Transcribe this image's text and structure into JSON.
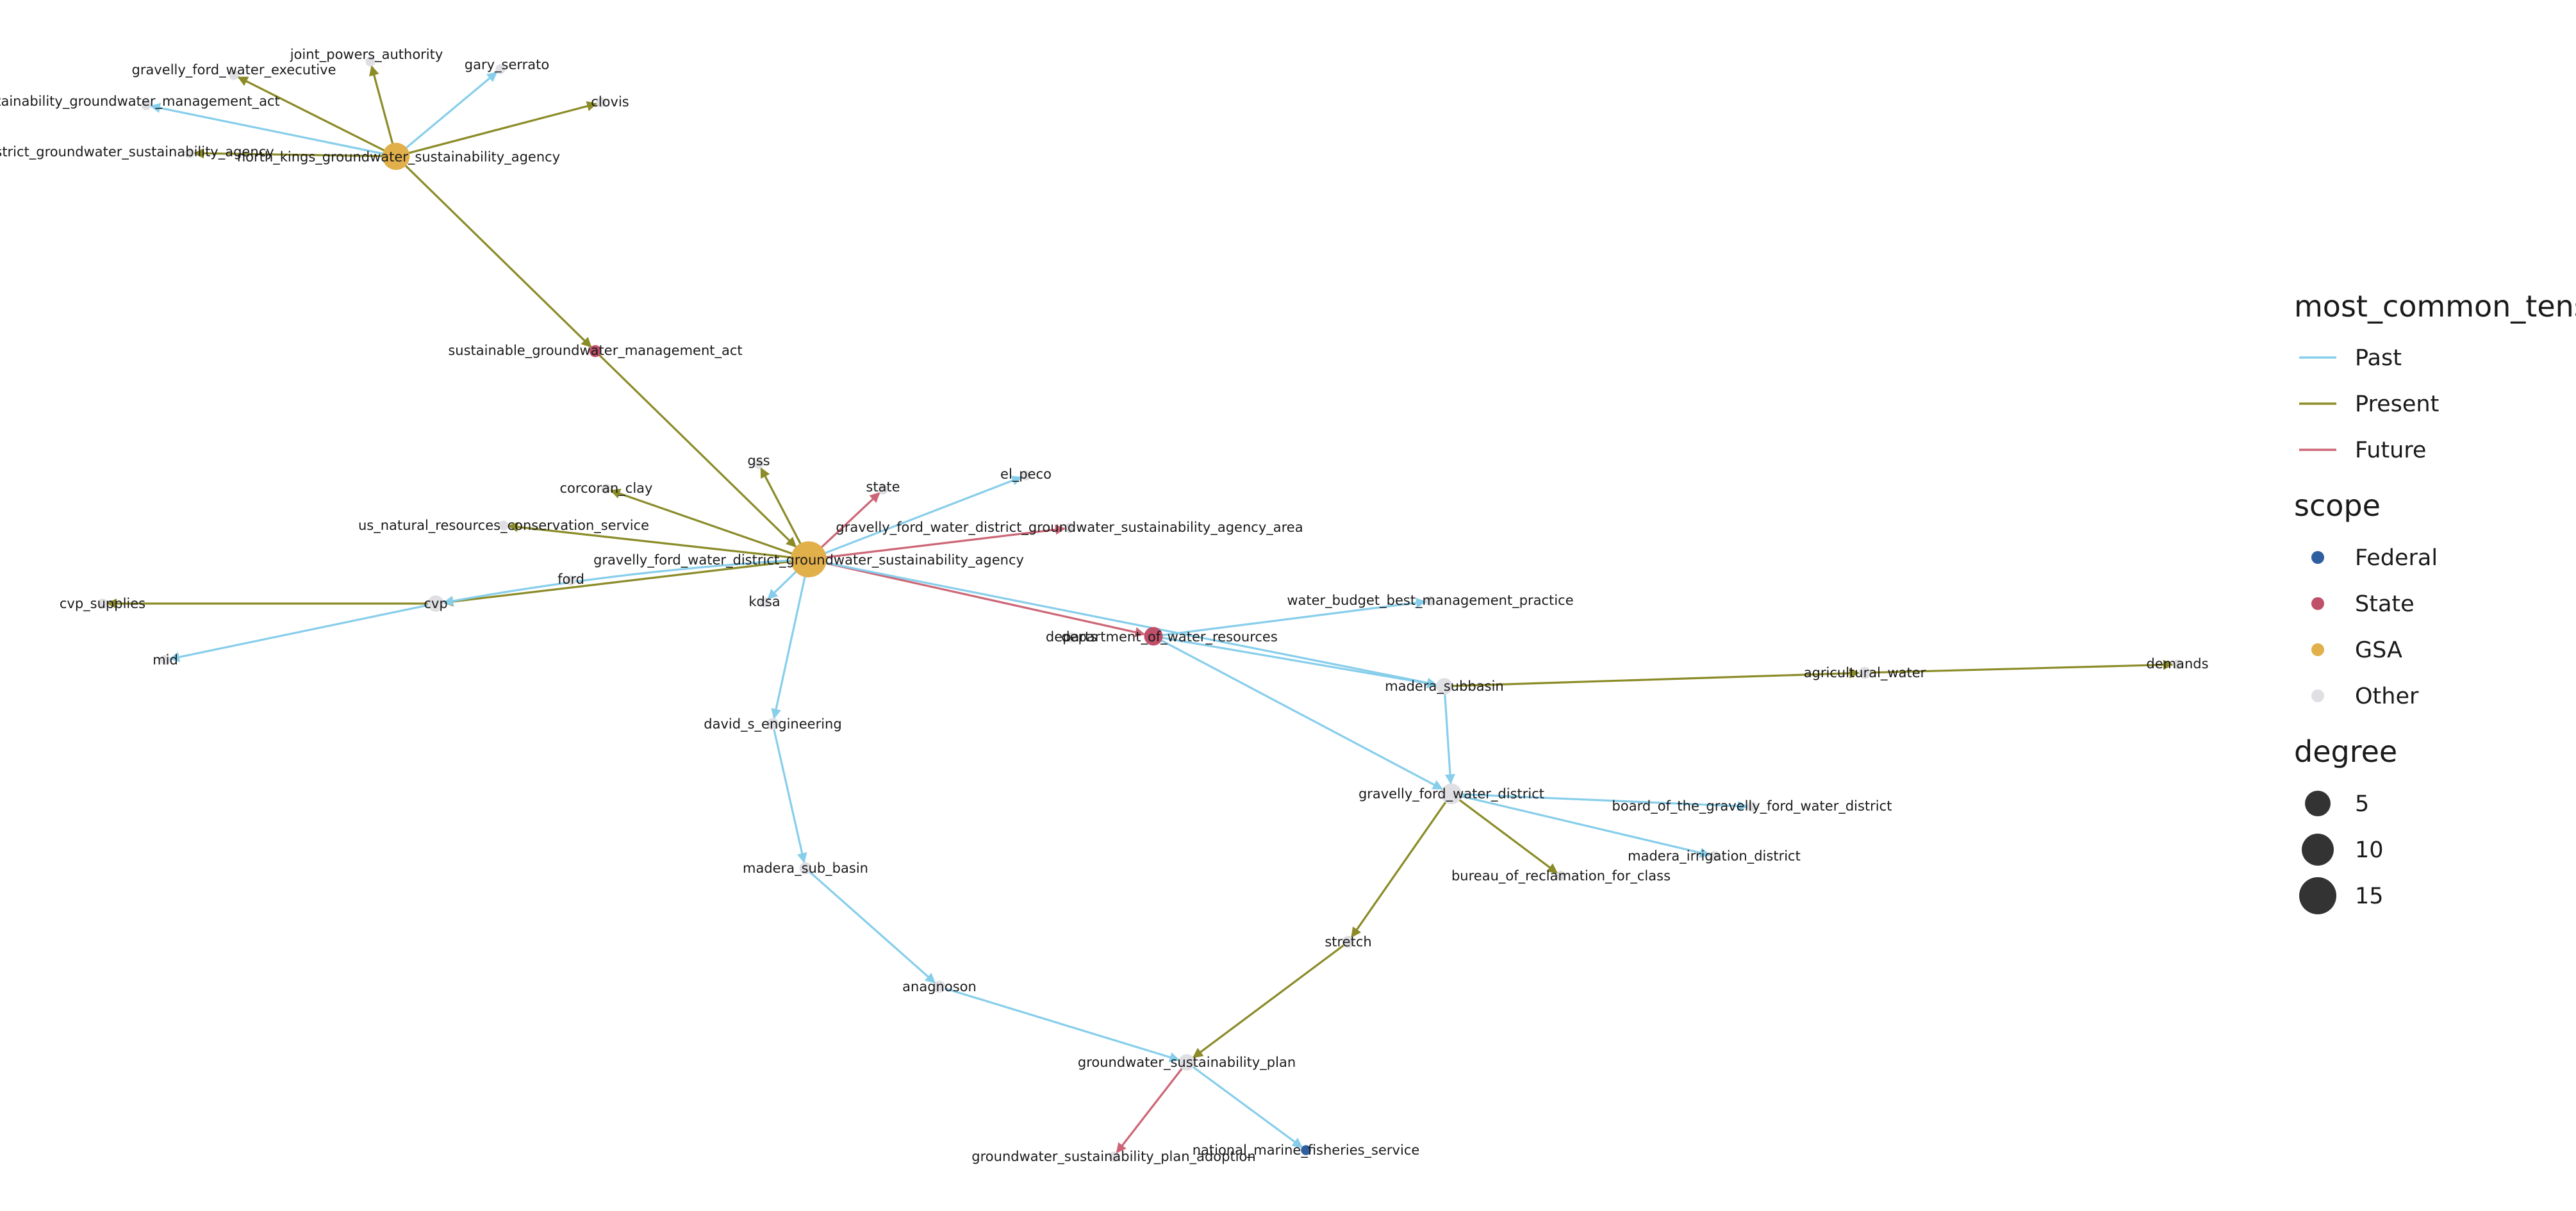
{
  "colors": {
    "Past": "#87CEEB",
    "Present": "#8B8B28",
    "Future": "#CC6677",
    "Federal": "#2F5F9E",
    "State": "#C0506A",
    "GSA": "#E2B04A",
    "Other": "#E0E0E4"
  },
  "nodes": [
    {
      "id": "north_kings_groundwater_sustainability_agency",
      "label": "north_kings_groundwater_sustainability_agency",
      "scope": "GSA",
      "degree": 9
    },
    {
      "id": "joint_powers_authority",
      "label": "joint_powers_authority",
      "scope": "Other",
      "degree": 1
    },
    {
      "id": "gary_serrato",
      "label": "gary_serrato",
      "scope": "Other",
      "degree": 1
    },
    {
      "id": "gravelly_ford_water_executive",
      "label": "gravelly_ford_water_executive",
      "scope": "Other",
      "degree": 1
    },
    {
      "id": "sgma_top",
      "label": "tainability_groundwater_management_act",
      "scope": "Other",
      "degree": 1
    },
    {
      "id": "clovis",
      "label": "clovis",
      "scope": "Other",
      "degree": 1
    },
    {
      "id": "district_gsa",
      "label": "strict_groundwater_sustainability_agency",
      "scope": "Other",
      "degree": 1
    },
    {
      "id": "sustainable_groundwater_management_act",
      "label": "sustainable_groundwater_management_act",
      "scope": "State",
      "degree": 2
    },
    {
      "id": "gravelly_ford_water_district_groundwater_sustainability_agency",
      "label": "gravelly_ford_water_district_groundwater_sustainability_agency",
      "scope": "GSA",
      "degree": 13
    },
    {
      "id": "gss",
      "label": "gss",
      "scope": "Other",
      "degree": 1
    },
    {
      "id": "state",
      "label": "state",
      "scope": "Other",
      "degree": 1
    },
    {
      "id": "el_peco",
      "label": "el_peco",
      "scope": "Other",
      "degree": 1
    },
    {
      "id": "corcoran_clay",
      "label": "corcoran_clay",
      "scope": "Other",
      "degree": 1
    },
    {
      "id": "us_natural_resources_conservation_service",
      "label": "us_natural_resources_conservation_service",
      "scope": "Other",
      "degree": 1
    },
    {
      "id": "gfwd_gsa_area",
      "label": "gravelly_ford_water_district_groundwater_sustainability_agency_area",
      "scope": "Other",
      "degree": 1
    },
    {
      "id": "ford",
      "label": "ford",
      "scope": "Other",
      "degree": 1
    },
    {
      "id": "kdsa",
      "label": "kdsa",
      "scope": "Other",
      "degree": 1
    },
    {
      "id": "cvp",
      "label": "cvp",
      "scope": "Other",
      "degree": 4
    },
    {
      "id": "cvp_supplies",
      "label": "cvp_supplies",
      "scope": "Other",
      "degree": 1
    },
    {
      "id": "mid",
      "label": "mid",
      "scope": "Other",
      "degree": 1
    },
    {
      "id": "department_of_water_resources",
      "label": "department_of_water_resources",
      "scope": "State",
      "degree": 5
    },
    {
      "id": "departs",
      "label": "departs",
      "scope": "Other",
      "degree": 1
    },
    {
      "id": "water_budget_best_management_practice",
      "label": "water_budget_best_management_practice",
      "scope": "Other",
      "degree": 1
    },
    {
      "id": "madera_subbasin",
      "label": "madera_subbasin",
      "scope": "Other",
      "degree": 4
    },
    {
      "id": "agricultural_water",
      "label": "agricultural_water",
      "scope": "Other",
      "degree": 2
    },
    {
      "id": "demands",
      "label": "demands",
      "scope": "Other",
      "degree": 1
    },
    {
      "id": "gravelly_ford_water_district",
      "label": "gravelly_ford_water_district",
      "scope": "Other",
      "degree": 6
    },
    {
      "id": "board_of_the_gravelly_ford_water_district",
      "label": "board_of_the_gravelly_ford_water_district",
      "scope": "Other",
      "degree": 1
    },
    {
      "id": "madera_irrigation_district",
      "label": "madera_irrigation_district",
      "scope": "Other",
      "degree": 1
    },
    {
      "id": "bureau_of_reclamation_for_class",
      "label": "bureau_of_reclamation_for_class",
      "scope": "Other",
      "degree": 1
    },
    {
      "id": "stretch",
      "label": "stretch",
      "scope": "Other",
      "degree": 2
    },
    {
      "id": "david_s_engineering",
      "label": "david_s_engineering",
      "scope": "Other",
      "degree": 2
    },
    {
      "id": "madera_sub_basin",
      "label": "madera_sub_basin",
      "scope": "Other",
      "degree": 2
    },
    {
      "id": "anagnoson",
      "label": "anagnoson",
      "scope": "Other",
      "degree": 2
    },
    {
      "id": "groundwater_sustainability_plan",
      "label": "groundwater_sustainability_plan",
      "scope": "Other",
      "degree": 4
    },
    {
      "id": "groundwater_sustainability_plan_adoption",
      "label": "groundwater_sustainability_plan_adoption",
      "scope": "Other",
      "degree": 1
    },
    {
      "id": "national_marine_fisheries_service",
      "label": "national_marine_fisheries_service",
      "scope": "Federal",
      "degree": 1
    }
  ],
  "edges": [
    {
      "source": "north_kings_groundwater_sustainability_agency",
      "target": "joint_powers_authority",
      "tense": "Present"
    },
    {
      "source": "north_kings_groundwater_sustainability_agency",
      "target": "gary_serrato",
      "tense": "Past"
    },
    {
      "source": "north_kings_groundwater_sustainability_agency",
      "target": "gravelly_ford_water_executive",
      "tense": "Present"
    },
    {
      "source": "north_kings_groundwater_sustainability_agency",
      "target": "sgma_top",
      "tense": "Past"
    },
    {
      "source": "north_kings_groundwater_sustainability_agency",
      "target": "clovis",
      "tense": "Present"
    },
    {
      "source": "north_kings_groundwater_sustainability_agency",
      "target": "district_gsa",
      "tense": "Present"
    },
    {
      "source": "north_kings_groundwater_sustainability_agency",
      "target": "sustainable_groundwater_management_act",
      "tense": "Present"
    },
    {
      "source": "sustainable_groundwater_management_act",
      "target": "gravelly_ford_water_district_groundwater_sustainability_agency",
      "tense": "Present"
    },
    {
      "source": "gravelly_ford_water_district_groundwater_sustainability_agency",
      "target": "gss",
      "tense": "Present"
    },
    {
      "source": "gravelly_ford_water_district_groundwater_sustainability_agency",
      "target": "state",
      "tense": "Future"
    },
    {
      "source": "gravelly_ford_water_district_groundwater_sustainability_agency",
      "target": "el_peco",
      "tense": "Past"
    },
    {
      "source": "gravelly_ford_water_district_groundwater_sustainability_agency",
      "target": "corcoran_clay",
      "tense": "Present"
    },
    {
      "source": "gravelly_ford_water_district_groundwater_sustainability_agency",
      "target": "us_natural_resources_conservation_service",
      "tense": "Present"
    },
    {
      "source": "gravelly_ford_water_district_groundwater_sustainability_agency",
      "target": "gfwd_gsa_area",
      "tense": "Future"
    },
    {
      "source": "gravelly_ford_water_district_groundwater_sustainability_agency",
      "target": "cvp",
      "tense": "Present"
    },
    {
      "source": "gravelly_ford_water_district_groundwater_sustainability_agency",
      "target": "cvp",
      "tense": "Past"
    },
    {
      "source": "gravelly_ford_water_district_groundwater_sustainability_agency",
      "target": "kdsa",
      "tense": "Past"
    },
    {
      "source": "gravelly_ford_water_district_groundwater_sustainability_agency",
      "target": "department_of_water_resources",
      "tense": "Future"
    },
    {
      "source": "gravelly_ford_water_district_groundwater_sustainability_agency",
      "target": "madera_subbasin",
      "tense": "Past"
    },
    {
      "source": "gravelly_ford_water_district_groundwater_sustainability_agency",
      "target": "david_s_engineering",
      "tense": "Past"
    },
    {
      "source": "cvp",
      "target": "cvp_supplies",
      "tense": "Present"
    },
    {
      "source": "cvp",
      "target": "mid",
      "tense": "Past"
    },
    {
      "source": "department_of_water_resources",
      "target": "water_budget_best_management_practice",
      "tense": "Past"
    },
    {
      "source": "department_of_water_resources",
      "target": "madera_subbasin",
      "tense": "Past"
    },
    {
      "source": "department_of_water_resources",
      "target": "gravelly_ford_water_district",
      "tense": "Past"
    },
    {
      "source": "madera_subbasin",
      "target": "agricultural_water",
      "tense": "Present"
    },
    {
      "source": "agricultural_water",
      "target": "demands",
      "tense": "Present"
    },
    {
      "source": "madera_subbasin",
      "target": "gravelly_ford_water_district",
      "tense": "Past"
    },
    {
      "source": "gravelly_ford_water_district",
      "target": "board_of_the_gravelly_ford_water_district",
      "tense": "Past"
    },
    {
      "source": "gravelly_ford_water_district",
      "target": "madera_irrigation_district",
      "tense": "Past"
    },
    {
      "source": "gravelly_ford_water_district",
      "target": "bureau_of_reclamation_for_class",
      "tense": "Present"
    },
    {
      "source": "gravelly_ford_water_district",
      "target": "stretch",
      "tense": "Present"
    },
    {
      "source": "stretch",
      "target": "groundwater_sustainability_plan",
      "tense": "Present"
    },
    {
      "source": "david_s_engineering",
      "target": "madera_sub_basin",
      "tense": "Past"
    },
    {
      "source": "madera_sub_basin",
      "target": "anagnoson",
      "tense": "Past"
    },
    {
      "source": "anagnoson",
      "target": "groundwater_sustainability_plan",
      "tense": "Past"
    },
    {
      "source": "groundwater_sustainability_plan",
      "target": "groundwater_sustainability_plan_adoption",
      "tense": "Future"
    },
    {
      "source": "groundwater_sustainability_plan",
      "target": "national_marine_fisheries_service",
      "tense": "Past"
    }
  ],
  "legend": {
    "tense_title": "most_common_tense",
    "tense_items": [
      "Past",
      "Present",
      "Future"
    ],
    "scope_title": "scope",
    "scope_items": [
      "Federal",
      "State",
      "GSA",
      "Other"
    ],
    "degree_title": "degree",
    "degree_items": [
      5,
      10,
      15
    ]
  }
}
